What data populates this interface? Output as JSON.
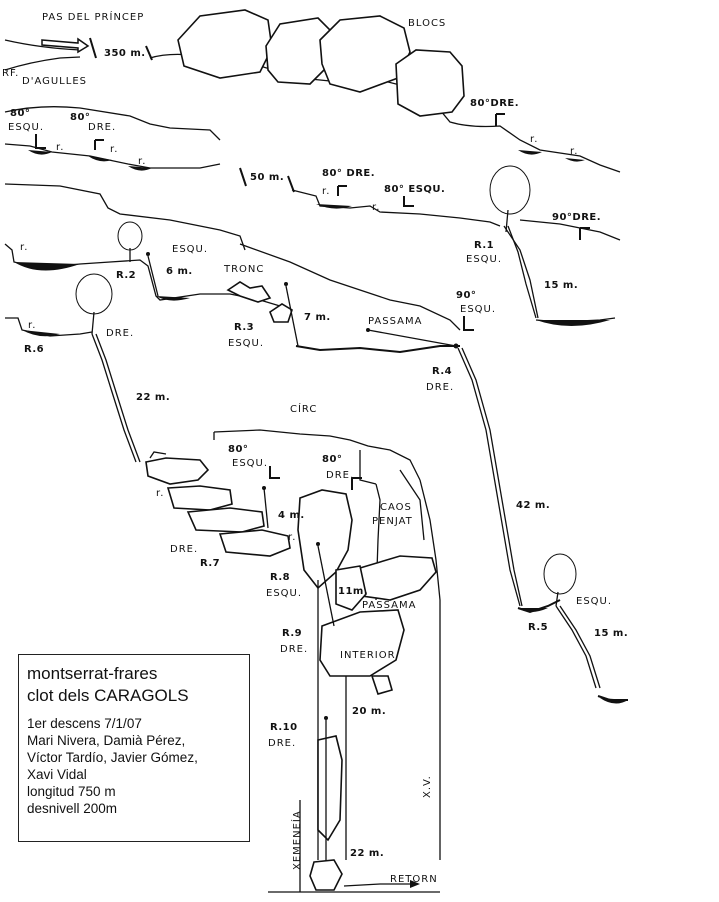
{
  "info": {
    "line1": "montserrat-frares",
    "line2": "clot dels CARAGOLS",
    "first_descent": "1er descens 7/1/07",
    "team_1": "Mari Nivera, Damià Pérez,",
    "team_2": "Víctor Tardío, Javier Gómez,",
    "team_3": "Xavi Vidal",
    "length": "longitud 750 m",
    "drop": "desnivell 200m"
  },
  "labels": {
    "pas_del_princep": "PAS DEL PRÍNCEP",
    "d_agulles": "D'AGULLES",
    "ref": "RF.",
    "dist_350": "350 m.",
    "blocs": "BLOCS",
    "deg80": "80°",
    "esqu": "ESQU.",
    "dre": "DRE.",
    "r": "r.",
    "dre80_top": "80°DRE.",
    "dist_50": "50 m.",
    "dre80_mid": "80° DRE.",
    "esqu80_mid": "80° ESQU.",
    "dre90": "90°DRE.",
    "r1": "R.1",
    "esqu_r1": "ESQU.",
    "dist_15a": "15 m.",
    "esqu_r2": "ESQU.",
    "r2": "R.2",
    "dist_6": "6 m.",
    "tronc": "TRONC",
    "dist_7": "7 m.",
    "r3": "R.3",
    "esqu_r3": "ESQU.",
    "passama1": "PASSAMA",
    "deg90": "90°",
    "esqu90": "ESQU.",
    "r4": "R.4",
    "dre_r4": "DRE.",
    "r6": "R.6",
    "dre_r6": "DRE.",
    "dist_22a": "22 m.",
    "circ": "CÍRC",
    "deg80_c": "80°",
    "esqu_c": "ESQU.",
    "deg80_d": "80°",
    "dre_d": "DRE.",
    "caos": "CAOS",
    "penjat": "PENJAT",
    "dist_42": "42 m.",
    "dist_4": "4 m.",
    "dre_r7": "DRE.",
    "r7": "R.7",
    "r8": "R.8",
    "esqu_r8": "ESQU.",
    "dist_11": "11m.",
    "passama2": "PASSAMA",
    "r9": "R.9",
    "dre_r9": "DRE.",
    "interior": "INTERIOR",
    "esqu_r5": "ESQU.",
    "r5": "R.5",
    "dist_15b": "15 m.",
    "dist_20": "20 m.",
    "r10": "R.10",
    "dre_r10": "DRE.",
    "xv": "X.V.",
    "xemeneia": "XEMENEÍA",
    "dist_22b": "22 m.",
    "retorn": "RETORN"
  }
}
